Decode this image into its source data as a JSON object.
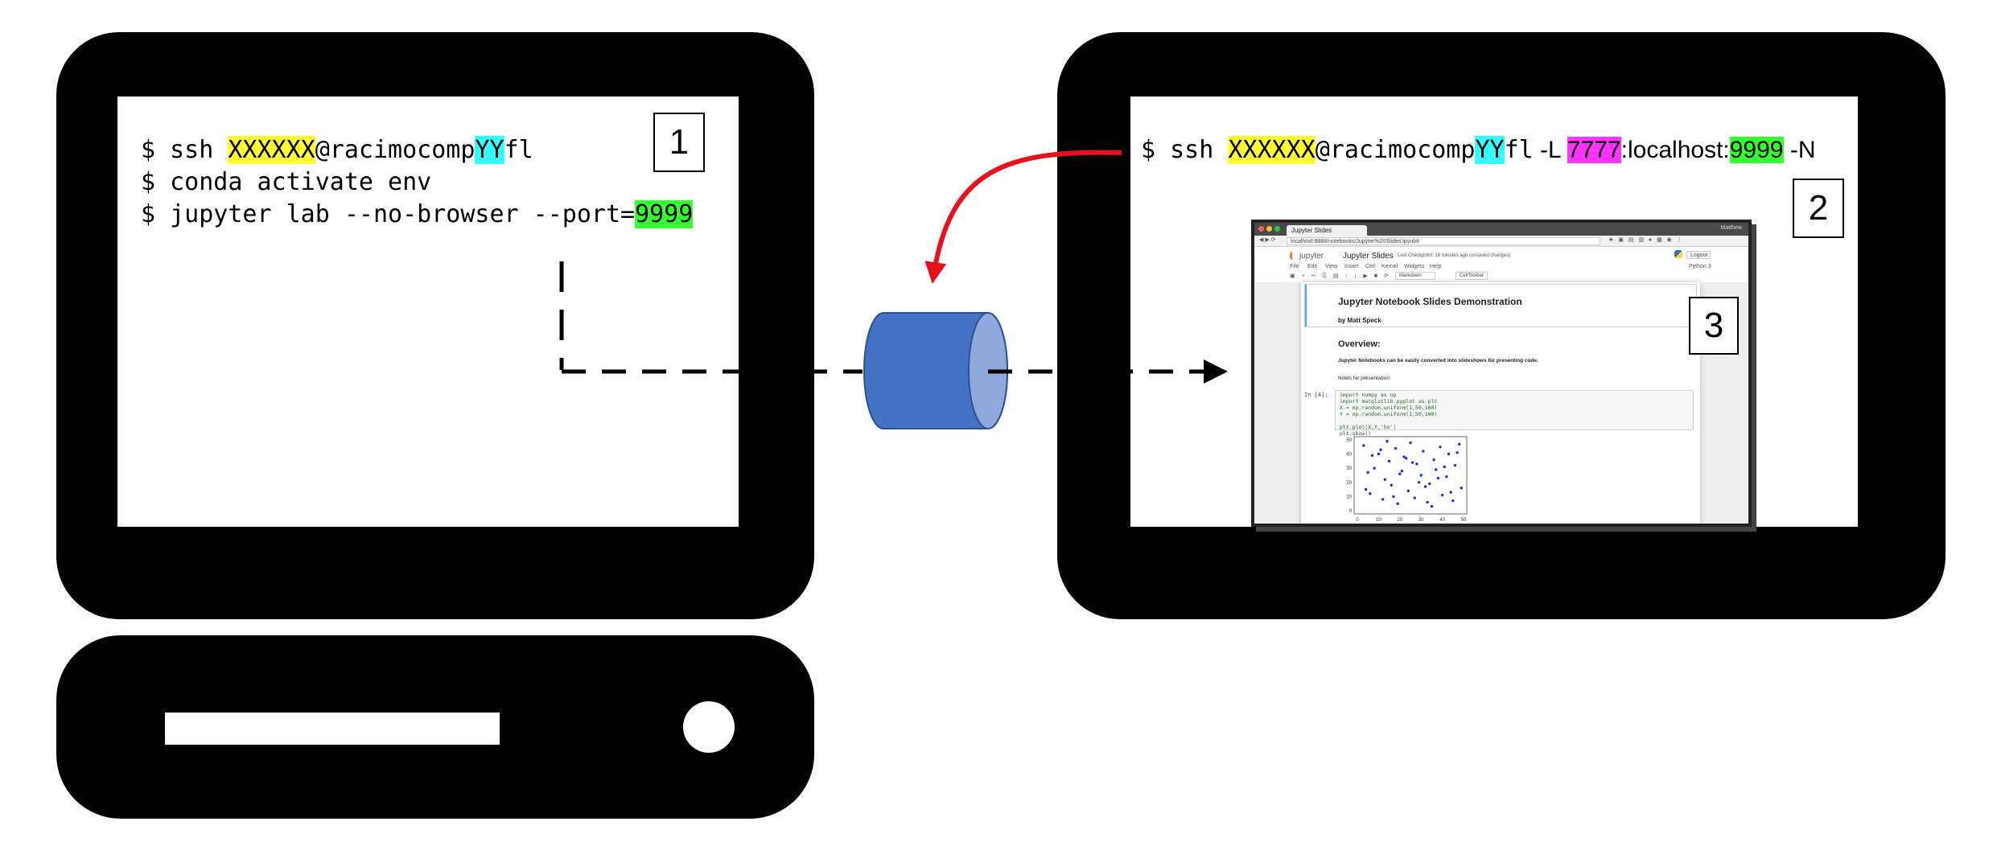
{
  "left_terminal": {
    "lines": [
      {
        "prompt": "$ ssh ",
        "user": "XXXXXX",
        "host_prefix": "@racimocomp",
        "host_id": "YY",
        "host_suffix": "fl"
      },
      {
        "text": "$ conda activate env"
      },
      {
        "prefix": "$ jupyter lab --no-browser --port=",
        "port": "9999"
      }
    ],
    "badge": "1"
  },
  "right_terminal": {
    "prompt": "$ ssh ",
    "user": "XXXXXX",
    "host_prefix": "@racimocomp",
    "host_id": "YY",
    "host_suffix": "fl",
    "flag_l": " -L ",
    "local_port": "7777",
    "mid": ":localhost:",
    "remote_port": "9999",
    "flag_n": " -N",
    "badge": "2"
  },
  "jupyter_screenshot": {
    "badge": "3",
    "tab_title": "Jupyter Slides",
    "url": "localhost:8888/notebooks/Jupyter%20Slides.ipynb#",
    "app_name": "jupyter",
    "notebook_name": "Jupyter Slides",
    "checkpoint": "Last Checkpoint: 16 minutes ago (unsaved changes)",
    "logout": "Logout",
    "kernel": "Python 3",
    "menu": [
      "File",
      "Edit",
      "View",
      "Insert",
      "Cell",
      "Kernel",
      "Widgets",
      "Help"
    ],
    "cell_type": "Markdown",
    "toolbar_label": "CellToolbar",
    "title": "Jupyter Notebook Slides Demonstration",
    "author": "by Matt Speck",
    "overview": "Overview:",
    "intro": "Jupyter Notebooks can be easily converted into slideshows for presenting code.",
    "notes": "Notes for presentation:",
    "prompt": "In [4]:",
    "code": "import numpy as np\nimport matplotlib.pyplot as plt\nX = np.random.uniform(1,50,100)\nY = np.random.uniform(1,50,100)\n\nplt.plot(X,Y,'bo')\nplt.show()",
    "user_label": "Matthew"
  },
  "chart_data": {
    "type": "scatter",
    "x": [
      3,
      6,
      8,
      10,
      12,
      13,
      15,
      16,
      18,
      19,
      21,
      22,
      24,
      25,
      27,
      28,
      30,
      31,
      33,
      34,
      36,
      37,
      39,
      40,
      42,
      43,
      45,
      46,
      48,
      49,
      5,
      11,
      17,
      23,
      29,
      35,
      41,
      47,
      4,
      14,
      26,
      38,
      44,
      7,
      20,
      32
    ],
    "y": [
      46,
      12,
      30,
      40,
      8,
      22,
      35,
      18,
      44,
      5,
      28,
      38,
      14,
      48,
      9,
      33,
      25,
      42,
      6,
      19,
      36,
      29,
      45,
      11,
      24,
      40,
      7,
      32,
      47,
      16,
      27,
      43,
      10,
      37,
      20,
      3,
      31,
      41,
      15,
      49,
      34,
      23,
      13,
      39,
      26,
      17
    ],
    "xlim": [
      0,
      50
    ],
    "ylim": [
      0,
      50
    ],
    "xticks": [
      "0",
      "10",
      "20",
      "30",
      "40",
      "50"
    ],
    "yticks": [
      "0",
      "10",
      "20",
      "30",
      "40",
      "50"
    ],
    "marker_color": "#1f2fd6"
  },
  "colors": {
    "highlight_yellow": "#ffff33",
    "highlight_cyan": "#33ffff",
    "highlight_green": "#33ff33",
    "highlight_magenta": "#ff33ff",
    "tunnel_blue": "#4472c4",
    "arrow_red": "#e8101a"
  }
}
